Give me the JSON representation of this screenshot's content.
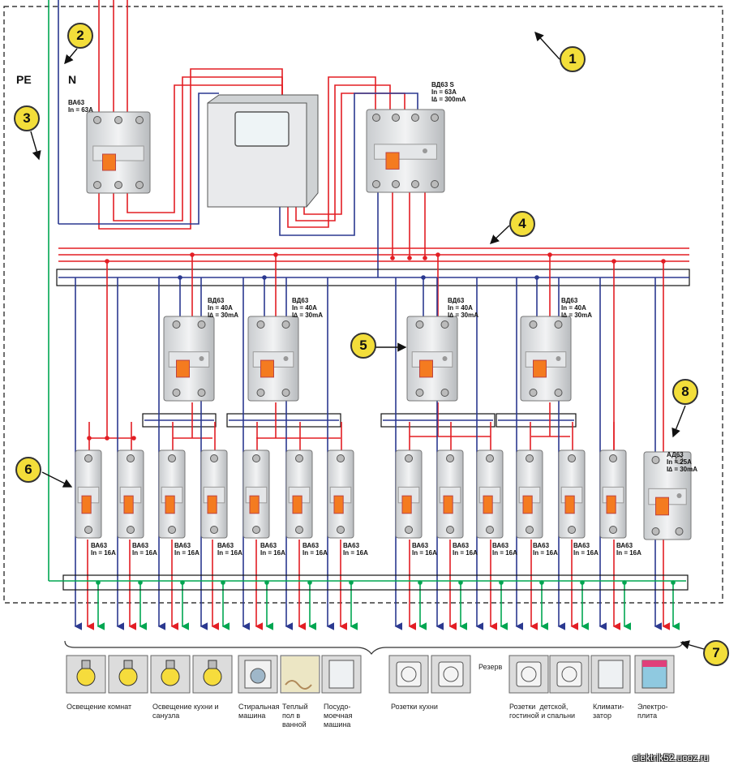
{
  "labels": {
    "pe": "PE",
    "n": "N",
    "main_breaker": "ВА63\nIn = 63A",
    "main_rcd": "ВД63 S\nIn = 63A\nI∆ = 300mA",
    "rcd_group": "ВД63\nIn = 40A\nI∆ = 30mA",
    "mcb": "ВА63\nIn = 16A",
    "rcbo": "АД63\nIn = 25A\nI∆ = 30mA",
    "reserve": "Резерв"
  },
  "badges": [
    "1",
    "2",
    "3",
    "4",
    "5",
    "6",
    "7",
    "8"
  ],
  "loads": [
    {
      "caption": "Освещение комнат",
      "icon": "light-bulb-icon"
    },
    {
      "caption": "Освещение кухни и\nсанузла",
      "icon": "light-bulb-icon"
    },
    {
      "caption": "Стиральная\nмашина",
      "icon": "washing-machine-icon"
    },
    {
      "caption": "Теплый\nпол в\nванной",
      "icon": "floor-heating-icon"
    },
    {
      "caption": "Посудо-\nмоечная\nмашина",
      "icon": "dishwasher-icon"
    },
    {
      "caption": "Розетки кухни",
      "icon": "socket-icon"
    },
    {
      "caption": "Розетки  детской,\nгостиной и спальни",
      "icon": "socket-icon"
    },
    {
      "caption": "Климати-\nзатор",
      "icon": "air-conditioner-icon"
    },
    {
      "caption": "Электро-\nплита",
      "icon": "electric-stove-icon"
    }
  ],
  "footer": "elektrik52.ucoz.ru",
  "colors": {
    "phase": "#e31e24",
    "neutral": "#2b3990",
    "pe": "#00a651",
    "badge": "#f3de3a"
  }
}
